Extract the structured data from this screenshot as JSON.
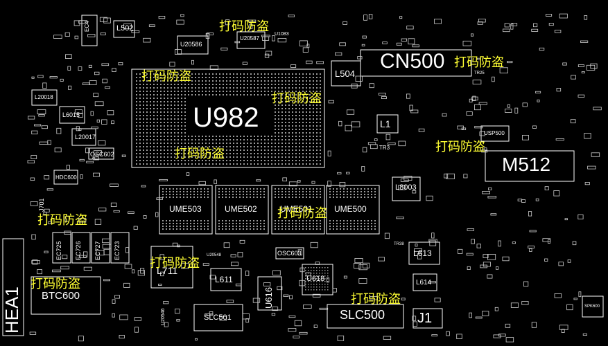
{
  "colors": {
    "background": "#000000",
    "outline": "#ffffff",
    "watermark": "#ffff33"
  },
  "watermark_text": "打码防盗",
  "labels": {
    "u982": "U982",
    "cn500": "CN500",
    "m512": "M512",
    "hea1": "HEA1",
    "ume503": "UME503",
    "ume502": "UME502",
    "ume501": "UME501",
    "ume500": "UME500",
    "l504": "L504",
    "l502": "L502",
    "l1": "L1",
    "l8003": "L8003",
    "l613": "L613",
    "l614": "L614",
    "l611": "L611",
    "l711": "L711",
    "l6015": "L6015",
    "l20018": "L20018",
    "l20017": "L20017",
    "osc602": "OSC602",
    "osc603": "OSC603",
    "hdc600": "HDC600",
    "usp500": "USP500",
    "btc600": "BTC600",
    "slc500": "SLC500",
    "slc501": "SLC501",
    "j1": "J1",
    "u616": "U616",
    "u618": "U618",
    "u20586": "U20586",
    "u20587": "U20587",
    "u1083": "U1083",
    "ec725": "EC725",
    "ec726": "EC726",
    "ec727": "EC727",
    "ec723": "EC723",
    "ec4": "EC4",
    "j701": "J701",
    "tr3": "TR3",
    "tr25": "TR25",
    "tr38": "TR38",
    "spk600": "SPK600",
    "u20548": "U20548",
    "u20546": "U20546"
  }
}
